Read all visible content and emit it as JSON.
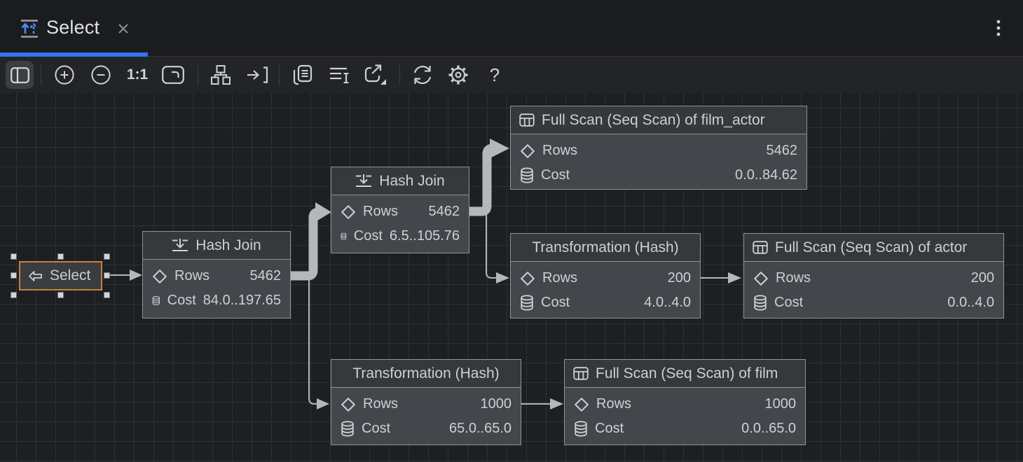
{
  "tab": {
    "title": "Select",
    "icon": "execution-plan-icon"
  },
  "toolbar": {
    "scale_label": "1:1",
    "help_label": "?",
    "icons": [
      "panel-toggle",
      "zoom-in",
      "zoom-out",
      "actual-scale",
      "fit-content",
      "layout-hierarchy",
      "scroll-to-selection",
      "copy-diagram",
      "show-plain-text",
      "export",
      "refresh",
      "settings",
      "help"
    ]
  },
  "labels": {
    "rows": "Rows",
    "cost": "Cost"
  },
  "nodes": {
    "select": {
      "title": "Select"
    },
    "hash_join_1": {
      "title": "Hash Join",
      "rows": "5462",
      "cost": "84.0..197.65"
    },
    "hash_join_2": {
      "title": "Hash Join",
      "rows": "5462",
      "cost": "6.5..105.76"
    },
    "full_scan_film_actor": {
      "title": "Full Scan (Seq Scan) of film_actor",
      "rows": "5462",
      "cost": "0.0..84.62"
    },
    "transformation_hash_1": {
      "title": "Transformation (Hash)",
      "rows": "200",
      "cost": "4.0..4.0"
    },
    "full_scan_actor": {
      "title": "Full Scan (Seq Scan) of actor",
      "rows": "200",
      "cost": "0.0..4.0"
    },
    "transformation_hash_2": {
      "title": "Transformation (Hash)",
      "rows": "1000",
      "cost": "65.0..65.0"
    },
    "full_scan_film": {
      "title": "Full Scan (Seq Scan) of film",
      "rows": "1000",
      "cost": "0.0..65.0"
    }
  },
  "edges": [
    {
      "from": "select",
      "to": "hash_join_1",
      "weight": "thin"
    },
    {
      "from": "hash_join_1",
      "to": "hash_join_2",
      "weight": "thick"
    },
    {
      "from": "hash_join_1",
      "to": "transformation_hash_2",
      "weight": "thin"
    },
    {
      "from": "hash_join_2",
      "to": "full_scan_film_actor",
      "weight": "thick"
    },
    {
      "from": "hash_join_2",
      "to": "transformation_hash_1",
      "weight": "thin"
    },
    {
      "from": "transformation_hash_1",
      "to": "full_scan_actor",
      "weight": "thin"
    },
    {
      "from": "transformation_hash_2",
      "to": "full_scan_film",
      "weight": "thin"
    }
  ],
  "colors": {
    "accent_blue": "#3574f0",
    "selection_orange": "#cc8038",
    "connector": "#b5b7b9",
    "node_body": "#43464a",
    "node_header": "#36383b",
    "canvas_bg": "#1d1f22",
    "grid_line": "#2e3135"
  }
}
